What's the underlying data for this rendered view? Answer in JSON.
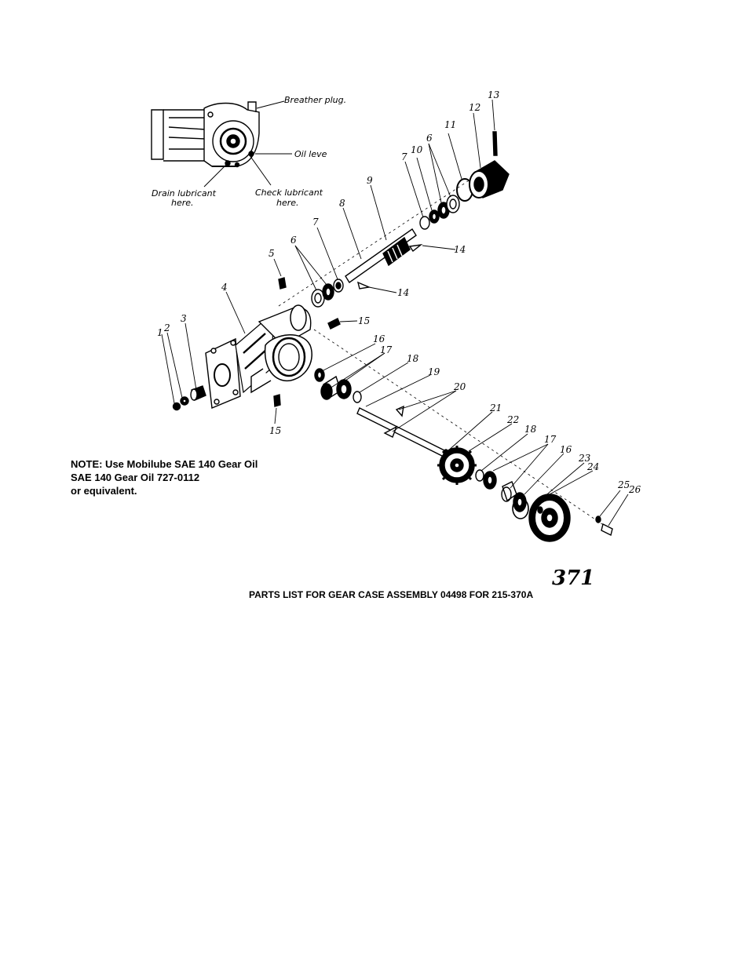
{
  "inset": {
    "breather_plug": "Breather plug.",
    "oil_level": "Oil leve",
    "drain_line1": "Drain lubricant",
    "drain_line2": "here.",
    "check_line1": "Check lubricant",
    "check_line2": "here."
  },
  "callouts": [
    "1",
    "2",
    "3",
    "4",
    "5",
    "6",
    "7",
    "8",
    "9",
    "10",
    "11",
    "12",
    "13",
    "14",
    "15",
    "16",
    "17",
    "18",
    "19",
    "20",
    "21",
    "22",
    "23",
    "24",
    "25",
    "26"
  ],
  "note": {
    "line1": "NOTE: Use Mobilube SAE 140 Gear Oil",
    "line2": "SAE 140 Gear Oil 727-0112",
    "line3": "or equivalent."
  },
  "footer": {
    "title": "PARTS LIST FOR GEAR CASE ASSEMBLY  04498 FOR 215-370A",
    "page_number": "371"
  }
}
